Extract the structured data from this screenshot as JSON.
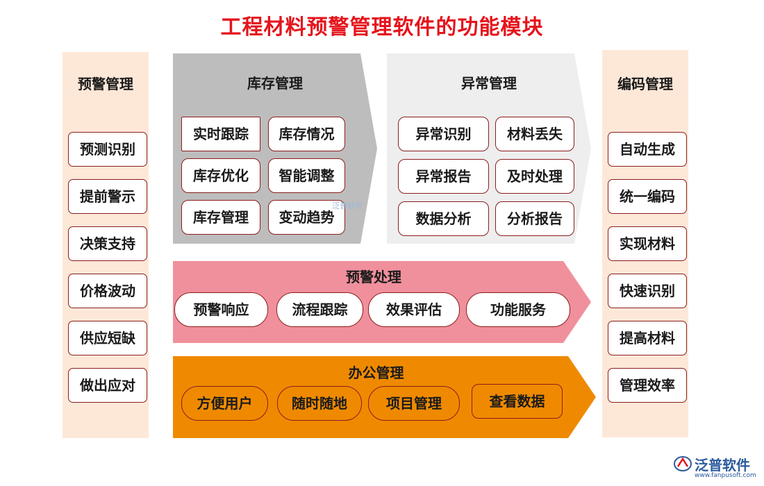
{
  "title": "工程材料预警管理软件的功能模块",
  "left_column": {
    "title": "预警管理",
    "items": [
      "预测识别",
      "提前警示",
      "决策支持",
      "价格波动",
      "供应短缺",
      "做出应对"
    ]
  },
  "right_column": {
    "title": "编码管理",
    "items": [
      "自动生成",
      "统一编码",
      "实现材料",
      "快速识别",
      "提高材料",
      "管理效率"
    ]
  },
  "inventory": {
    "title": "库存管理",
    "items": [
      "实时跟踪",
      "库存情况",
      "库存优化",
      "智能调整",
      "库存管理",
      "变动趋势"
    ]
  },
  "anomaly": {
    "title": "异常管理",
    "items": [
      "异常识别",
      "材料丢失",
      "异常报告",
      "及时处理",
      "数据分析",
      "分析报告"
    ]
  },
  "warning_processing": {
    "title": "预警处理",
    "items": [
      "预警响应",
      "流程跟踪",
      "效果评估",
      "功能服务"
    ]
  },
  "office": {
    "title": "办公管理",
    "items": [
      "方便用户",
      "随时随地",
      "项目管理",
      "查看数据"
    ]
  },
  "watermark": "泛普软件",
  "logo": {
    "name": "泛普软件",
    "url": "www.fanpusoft.com"
  },
  "colors": {
    "title": "#e5141c",
    "side_bg": "#fde8d8",
    "inventory_bg": "#bdbdbd",
    "anomaly_bg": "#eeeeee",
    "warning_bg": "#f0909c",
    "office_bg": "#ef8a00",
    "border": "#8b1c1c"
  }
}
